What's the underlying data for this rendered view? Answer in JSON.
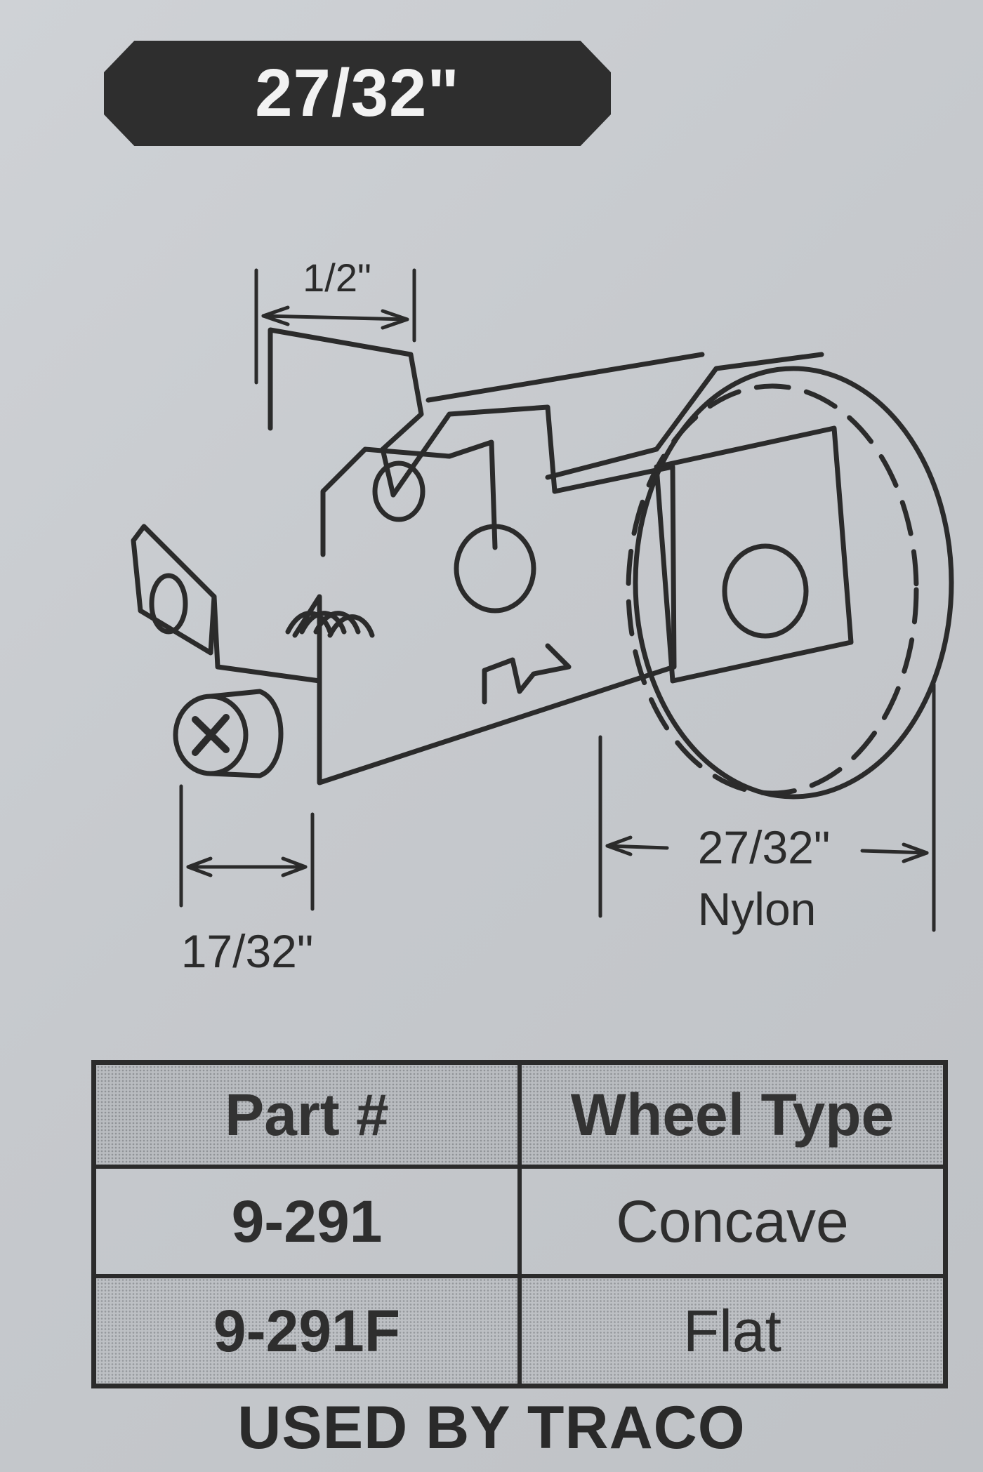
{
  "header": {
    "size_label": "27/32\""
  },
  "drawing": {
    "dimensions": {
      "top_width": "1/2\"",
      "screw_offset": "17/32\"",
      "wheel_diameter": "27/32\"",
      "wheel_material": "Nylon"
    }
  },
  "table": {
    "headers": [
      "Part #",
      "Wheel Type"
    ],
    "rows": [
      {
        "part": "9-291",
        "wheel_type": "Concave"
      },
      {
        "part": "9-291F",
        "wheel_type": "Flat"
      }
    ]
  },
  "footer": {
    "note": "USED BY TRACO"
  }
}
